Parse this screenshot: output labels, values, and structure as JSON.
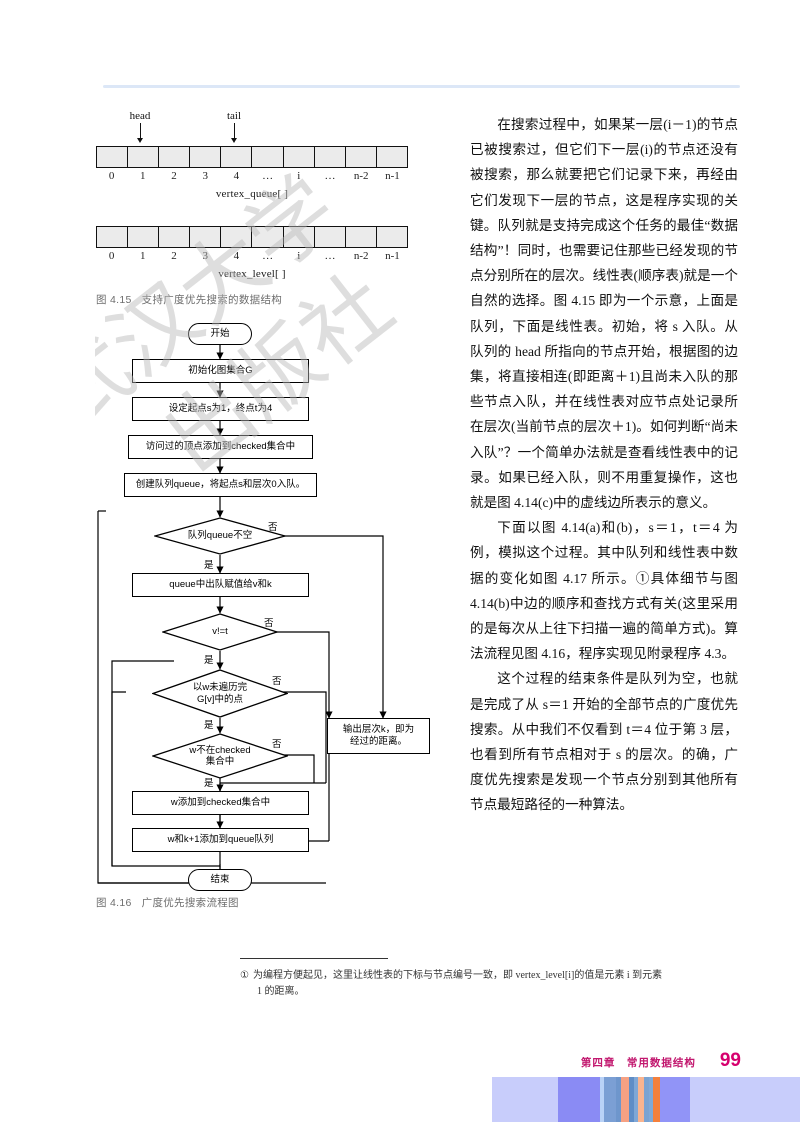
{
  "page": {
    "number": "99",
    "chapter": "第四章　常用数据结构"
  },
  "figure_415": {
    "pointers": [
      {
        "label": "head"
      },
      {
        "label": "tail"
      }
    ],
    "queue": {
      "cells": 10,
      "indices": [
        "0",
        "1",
        "2",
        "3",
        "4",
        "…",
        "i",
        "…",
        "n-2",
        "n-1"
      ],
      "name": "vertex_queue[ ]"
    },
    "level": {
      "cells": 10,
      "indices": [
        "0",
        "1",
        "2",
        "3",
        "4",
        "…",
        "i",
        "…",
        "n-2",
        "n-1"
      ],
      "name": "vertex_level[ ]"
    },
    "caption_num": "图 4.15",
    "caption_text": "支持广度优先搜索的数据结构"
  },
  "figure_416": {
    "caption_num": "图 4.16",
    "caption_text": "广度优先搜索流程图",
    "nodes": {
      "start": "开始",
      "init_graph": "初始化图集合G",
      "set_st": "设定起点s为1，终点t为4",
      "checked_set": "访问过的顶点添加到checked集合中",
      "create_queue": "创建队列queue，将起点s和层次0入队。",
      "queue_not_empty": "队列queue不空",
      "dequeue": "queue中出队赋值给v和k",
      "v_ne_t": "v!=t",
      "w_not_done": "以w未遍历完\nG[v]中的点",
      "w_not_checked": "w不在checked\n集合中",
      "add_checked": "w添加到checked集合中",
      "enqueue": "w和k+1添加到queue队列",
      "output": "输出层次k，即为\n经过的距离。",
      "end": "结束"
    },
    "labels": {
      "yes": "是",
      "no": "否"
    }
  },
  "body": {
    "paragraphs": [
      "在搜索过程中，如果某一层(i－1)的节点已被搜索过，但它们下一层(i)的节点还没有被搜索，那么就要把它们记录下来，再经由它们发现下一层的节点，这是程序实现的关键。队列就是支持完成这个任务的最佳“数据结构”！同时，也需要记住那些已经发现的节点分别所在的层次。线性表(顺序表)就是一个自然的选择。图 4.15 即为一个示意，上面是队列，下面是线性表。初始，将 s 入队。从队列的 head 所指向的节点开始，根据图的边集，将直接相连(即距离＋1)且尚未入队的那些节点入队，并在线性表对应节点处记录所在层次(当前节点的层次＋1)。如何判断“尚未入队”？一个简单办法就是查看线性表中的记录。如果已经入队，则不用重复操作，这也就是图 4.14(c)中的虚线边所表示的意义。",
      "下面以图 4.14(a)和(b)，s＝1，t＝4 为例，模拟这个过程。其中队列和线性表中数据的变化如图 4.17 所示。①具体细节与图 4.14(b)中边的顺序和查找方式有关(这里采用的是每次从上往下扫描一遍的简单方式)。算法流程见图 4.16，程序实现见附录程序 4.3。",
      "这个过程的结束条件是队列为空，也就是完成了从 s＝1 开始的全部节点的广度优先搜索。从中我们不仅看到 t＝4 位于第 3 层，也看到所有节点相对于 s 的层次。的确，广度优先搜索是发现一个节点分别到其他所有节点最短路径的一种算法。"
    ]
  },
  "footnote": {
    "mark": "①",
    "line1": "为编程方便起见，这里让线性表的下标与节点编号一致，即 vertex_level[i]的值是元素 i 到元素",
    "line2": "1 的距离。"
  },
  "watermark": {
    "text": "武汉大学出版社"
  },
  "colors": {
    "top_rule": "#dce7f7",
    "caption_gray": "#6d6d6d",
    "page_number": "#d6006e",
    "chapter_text": "#c2186f",
    "cell_fill": "#ebebeb",
    "footer_bars": [
      "#c8cdfb",
      "#8a8bf4",
      "#b9d2f7",
      "#7b9fd4",
      "#6e96cc",
      "#f6a183",
      "#5f8dc6",
      "#7fa7d6",
      "#f9b48f",
      "#7aa3d2",
      "#7fa9d8",
      "#f4803c",
      "#9194f7"
    ]
  }
}
